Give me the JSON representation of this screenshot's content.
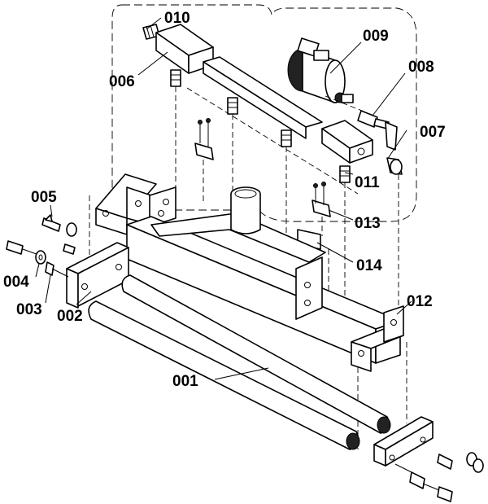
{
  "callouts": {
    "p001": "001",
    "p002": "002",
    "p003": "003",
    "p004": "004",
    "p005": "005",
    "p006": "006",
    "p007": "007",
    "p008": "008",
    "p009": "009",
    "p010": "010",
    "p011": "011",
    "p012": "012",
    "p013": "013",
    "p014": "014"
  }
}
